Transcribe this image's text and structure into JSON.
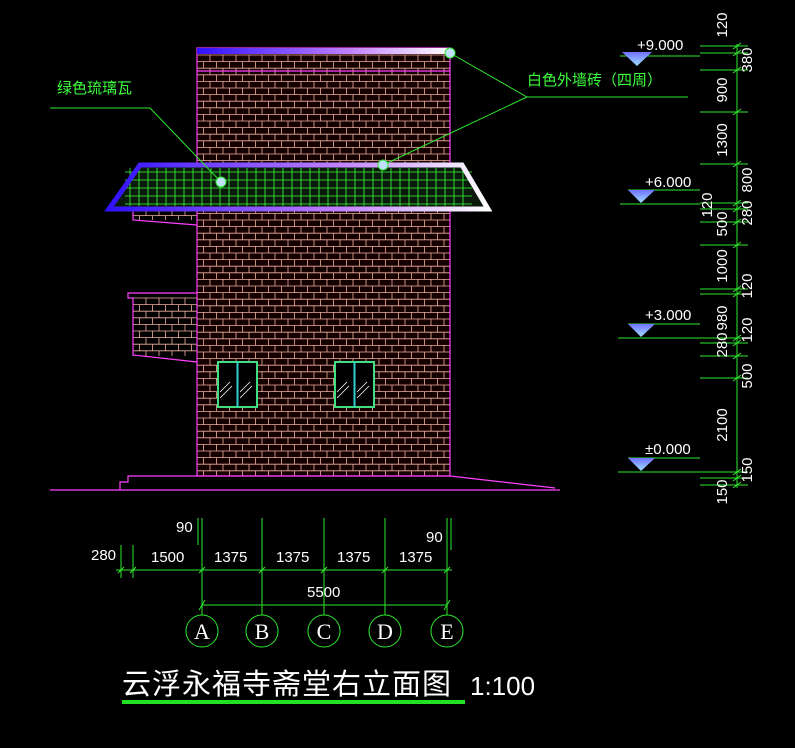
{
  "title": "云浮永福寺斋堂右立面图",
  "scale": "1:100",
  "annotations": {
    "roof_tile": "绿色琉璃瓦",
    "wall_tile": "白色外墙砖（四周）"
  },
  "elevations": [
    "+9.000",
    "+6.000",
    "+3.000",
    "±0.000"
  ],
  "vertical_dims_left": [
    "120",
    "900",
    "1300",
    "120",
    "500",
    "1000",
    "980",
    "280",
    "2100",
    "150"
  ],
  "vertical_dims_right": [
    "380",
    "800",
    "280",
    "120",
    "120",
    "500",
    "150"
  ],
  "horizontal_dims": [
    "280",
    "1500",
    "1375",
    "1375",
    "1375",
    "1375",
    "90",
    "90"
  ],
  "total_dim": "5500",
  "axes": [
    "A",
    "B",
    "C",
    "D",
    "E"
  ],
  "colors": {
    "background": "#000000",
    "outline": "#ff40ff",
    "dimension": "#2ee82e",
    "text": "#ffffff",
    "roof_band": "#4020ff"
  }
}
